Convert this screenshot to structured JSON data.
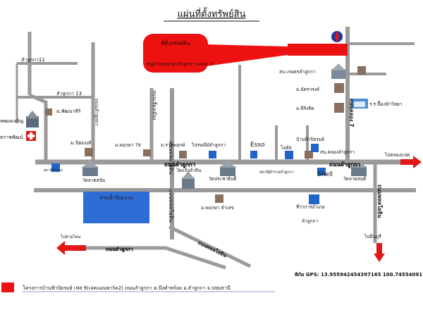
{
  "map": {
    "title": "แผ่นที่ตั้งทรัพย์สิน",
    "property_label_1": "ที่ตั้งทรัพย์สิน",
    "property_label_2": "หมู่บ้านพฤกษาลำลูกกา คลอง 7",
    "gps": "พิกัด GPS: 13.955942454397165 100.74554091",
    "caption": "โครงการบ้านฟ้าปิยรมย์ เฟส 9(เลคแอนพาร์ค2) ถนนลำลูกกา ต.บึงคำพร้อย อ.ลำลูกกา จ.ปทุมธานี",
    "colors": {
      "road": "#9a9a9a",
      "property": "#ee1111",
      "arrow": "#e01818",
      "blue_marker": "#1f64c8",
      "brown_marker": "#8a6f5e",
      "lake": "#2f6dd6"
    },
    "roads": {
      "lamlukka_1": "ถนนลำลูกกา",
      "lamlukka_2": "ถนนลำลูกกา",
      "phahonyothin_1": "ถนนพหลโยธิน",
      "phahonyothin_2": "ถนนพหลโยธิน",
      "soi_bypass": "ถนนเลี่ยงเมือง",
      "khlong_7": "ถนนคลอง 7",
      "thanon_right": "ถนนลำลูกกา",
      "lower_left": "ถนนพหลโยธิน"
    },
    "labels": {
      "lamlukka_11": "ลำลูกกา11",
      "lamlukka_13": "ลำลูกกา 13",
      "mu_phatcharapha": "ม.พัฒนาสิริ",
      "sanphet_charoen": "สพผลเจริญ",
      "hospital": "ธราชพัฒน์",
      "mu_piyamon": "ม.ปิยมนท์",
      "mu_phruksa_79": "ม.พฤกษา 79",
      "lamlukka_road_sign": "ลำลูกกา",
      "mu_rachawan": "ม.ราชพฤกษ์",
      "phaitan_lamlukka": "ไปรษณีย์ลำลูกกา",
      "esso": "Esso",
      "lotus": "โลตัส",
      "ban_fa_piyarom": "บ้านฟ้าปิยรมย์",
      "police": "สน.คลองลำลูกกา",
      "sabo_sasana": "สบ.เกษตรลำลูกกา",
      "mu_chatchawat": "ม.ฉัตรวรงค์",
      "mu_phonrangsit": "ม.พีรังสิต",
      "school": "ร.ร.ฟื้องฟ้าวิทยา",
      "wat_chaeng": "วัดแจ้งลำหิน",
      "wat_left": "วัดลาดสนับ",
      "wat_kha": "วัดประชาธิบดี",
      "wat_right": "วัดลาดสมดี",
      "police_station_left": "สถานีตำรวจ",
      "police_station_mid": "สถานีตำรวจลำลูกกา",
      "shell": "Shell",
      "lake": "สวนน้ำบึงฉวาก",
      "mu_phruksa_lao": "ม.พฤกษา ลำเลข",
      "district_office_1": "ที่ว่าการอำเภอ",
      "district_office_2": "ลำลูกกา",
      "to_klong_8": "ไปคลองแปด",
      "to_sai_mai": "ไปสายไหม",
      "to_minburi": "ไปมีนบุรี"
    }
  }
}
